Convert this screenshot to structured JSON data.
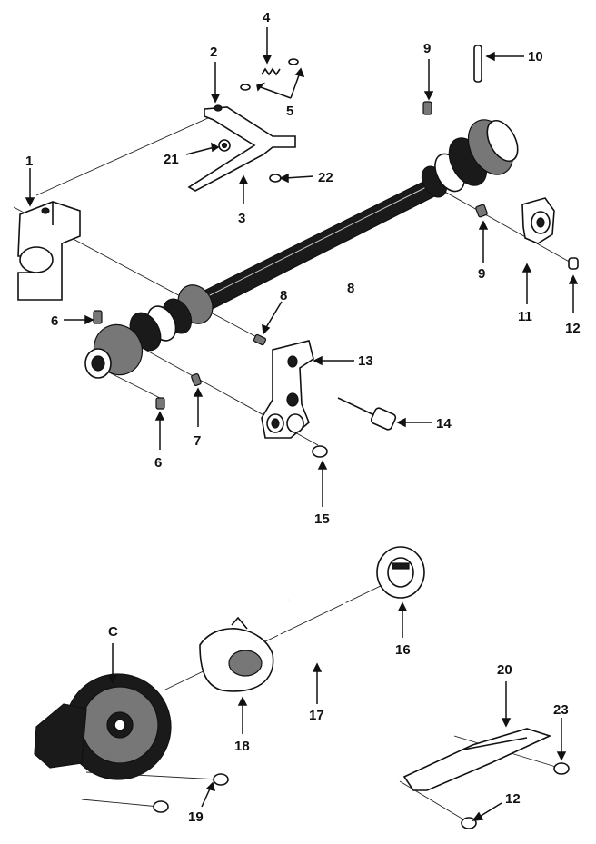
{
  "diagram": {
    "callouts": {
      "c1": "1",
      "c2": "2",
      "c3": "3",
      "c4": "4",
      "c5": "5",
      "c6a": "6",
      "c6b": "6",
      "c7": "7",
      "c8a": "8",
      "c8b": "8",
      "c9a": "9",
      "c9b": "9",
      "c10": "10",
      "c11": "11",
      "c12a": "12",
      "c12b": "12",
      "c13": "13",
      "c14": "14",
      "c15": "15",
      "c16": "16",
      "c17": "17",
      "c18": "18",
      "c19": "19",
      "c20": "20",
      "c21": "21",
      "c22": "22",
      "c23": "23",
      "cC": "C"
    }
  }
}
